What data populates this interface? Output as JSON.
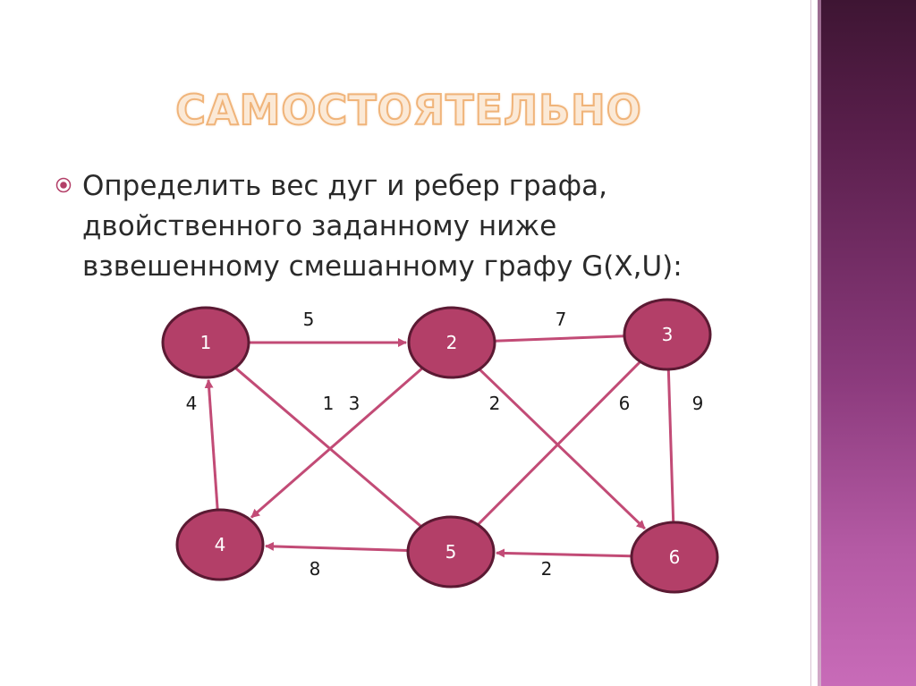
{
  "slide": {
    "title": "САМОСТОЯТЕЛЬНО",
    "bullet": "Определить вес дуг и ребер графа, двойственного заданному ниже взвешенному смешанному графу G(X,U):"
  },
  "colors": {
    "node_fill": "#b33f68",
    "node_stroke": "#5b1a33",
    "edge": "#c24b76",
    "title_fill": "#fbe9d6",
    "title_outline": "#f0b47a",
    "side_band": "#8b3a7c"
  },
  "graph": {
    "nodes": [
      {
        "id": "1",
        "label": "1"
      },
      {
        "id": "2",
        "label": "2"
      },
      {
        "id": "3",
        "label": "3"
      },
      {
        "id": "4",
        "label": "4"
      },
      {
        "id": "5",
        "label": "5"
      },
      {
        "id": "6",
        "label": "6"
      }
    ],
    "edges": [
      {
        "from": "1",
        "to": "2",
        "directed": true
      },
      {
        "from": "2",
        "to": "3",
        "directed": false
      },
      {
        "from": "4",
        "to": "1",
        "directed": true
      },
      {
        "from": "1",
        "to": "5",
        "directed": false
      },
      {
        "from": "2",
        "to": "4",
        "directed": true
      },
      {
        "from": "2",
        "to": "6",
        "directed": true
      },
      {
        "from": "3",
        "to": "5",
        "directed": false
      },
      {
        "from": "3",
        "to": "6",
        "directed": false
      },
      {
        "from": "5",
        "to": "4",
        "directed": true
      },
      {
        "from": "6",
        "to": "5",
        "directed": true
      }
    ],
    "weight_labels": [
      "5",
      "7",
      "4",
      "1",
      "3",
      "2",
      "6",
      "9",
      "8",
      "2"
    ]
  }
}
